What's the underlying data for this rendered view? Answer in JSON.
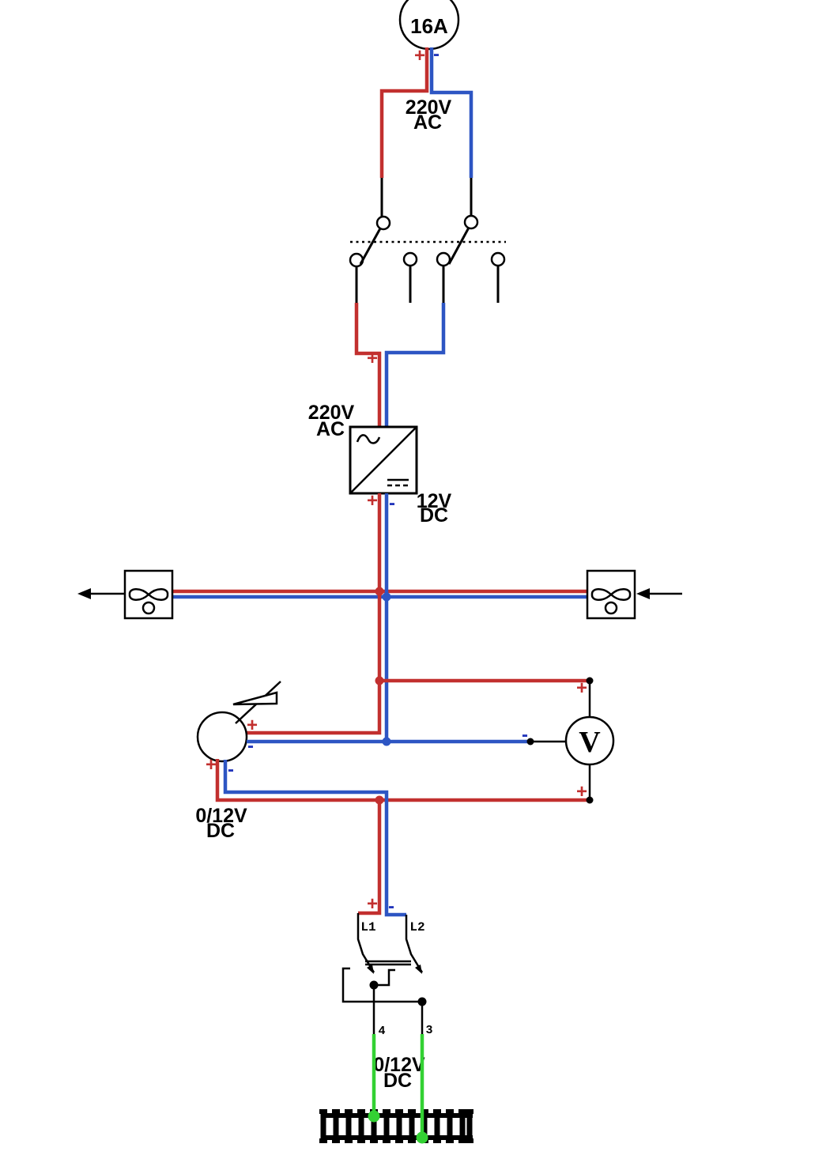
{
  "diagram_title": "Model railway track power wiring schematic",
  "colors": {
    "positive_wire": "#c2302f",
    "negative_wire": "#2d55c3",
    "track_wire": "#33d133",
    "neutral_wire": "#000000",
    "minus_label": "#2336bb",
    "background": "#ffffff"
  },
  "polarity": {
    "plus": "+",
    "minus": "-"
  },
  "components": {
    "fuse": {
      "rating": "16A"
    },
    "mains": {
      "voltage": "220V",
      "current_type": "AC"
    },
    "converter": {
      "input_voltage": "220V",
      "input_type": "AC",
      "output_voltage": "12V",
      "output_type": "DC"
    },
    "throttle": {
      "output_voltage": "0/12V",
      "output_type": "DC"
    },
    "voltmeter": {
      "symbol": "V"
    },
    "reversing_switch": {
      "terminal_left": "L1",
      "terminal_right": "L2",
      "pin_left": "4",
      "pin_right": "3"
    },
    "track": {
      "voltage": "0/12V",
      "current_type": "DC"
    }
  }
}
